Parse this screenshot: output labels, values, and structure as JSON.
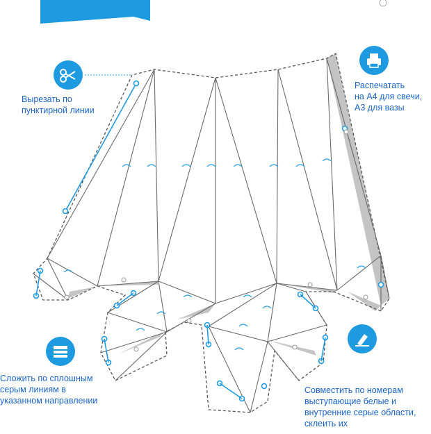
{
  "instructions": {
    "cut": "Вырезать по\nпунктирной линии",
    "print": "Распечатать\nна А4 для свечи,\nА3 для вазы",
    "fold": "Сложить по сплошным\nсерым линиям в\nуказанном направлении",
    "glue": "Совместить по номерам\nвыступающие белые и\nвнутренние серые области,\nсклеить их"
  },
  "icons": {
    "cut": "scissors-icon",
    "print": "printer-icon",
    "fold": "fold-paper-icon",
    "glue": "glue-icon",
    "ribbon": "ribbon-banner"
  },
  "colors": {
    "accent": "#1e9be0",
    "text": "#1a64c8",
    "fold_line": "#666666",
    "glue_area": "#c4c4c4"
  }
}
